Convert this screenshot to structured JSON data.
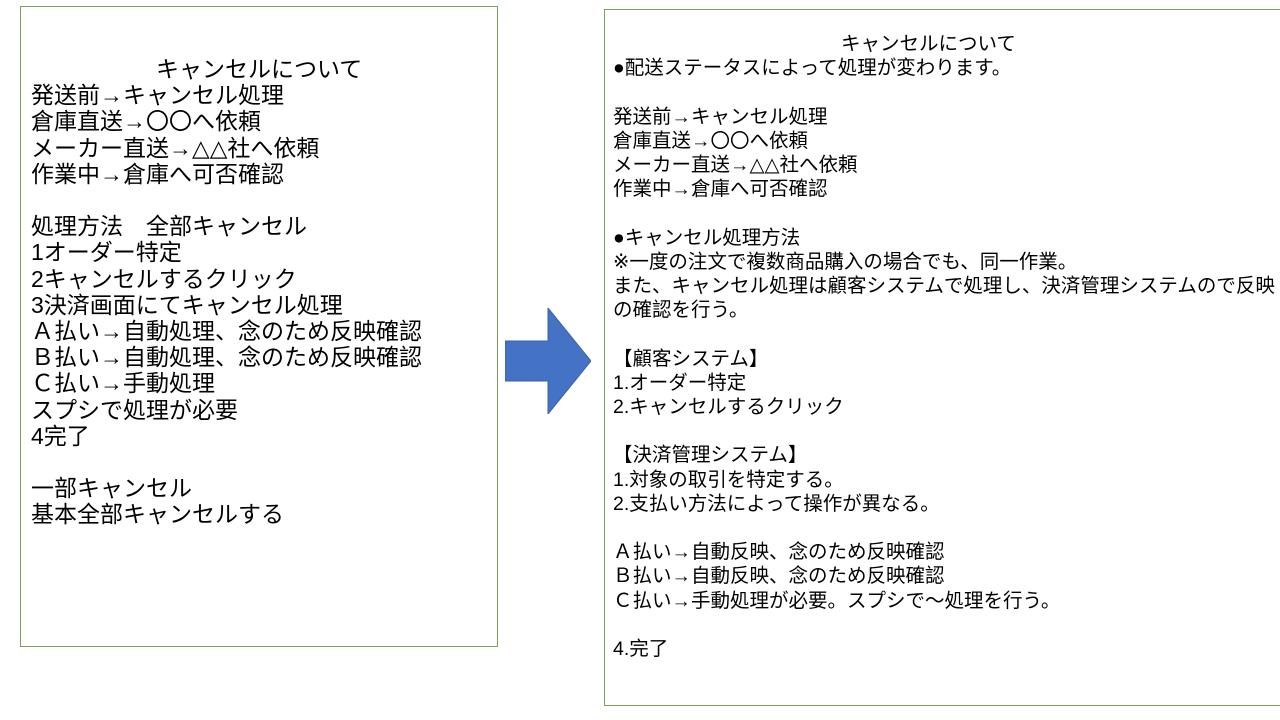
{
  "slide": {
    "background_color": "#FFFFFF",
    "border_color": "#7BA05B",
    "arrow_color": "#4472C4"
  },
  "before_panel": {
    "name": "before-text-box",
    "title": "キャンセルについて",
    "lines": [
      "発送前→キャンセル処理",
      "倉庫直送→〇〇へ依頼",
      "メーカー直送→△△社へ依頼",
      "作業中→倉庫へ可否確認",
      "",
      "処理方法　全部キャンセル",
      "1オーダー特定",
      "2キャンセルするクリック",
      "3決済画面にてキャンセル処理",
      "Ａ払い→自動処理、念のため反映確認",
      "Ｂ払い→自動処理、念のため反映確認",
      "Ｃ払い→手動処理",
      "スプシで処理が必要",
      "4完了",
      "",
      "一部キャンセル",
      "基本全部キャンセルする"
    ]
  },
  "arrow": {
    "name": "right-arrow-icon",
    "direction": "right",
    "color": "#4472C4"
  },
  "after_panel": {
    "name": "after-text-box",
    "title": "キャンセルについて",
    "lines": [
      "●配送ステータスによって処理が変わります。",
      "",
      "発送前→キャンセル処理",
      "倉庫直送→〇〇へ依頼",
      "メーカー直送→△△社へ依頼",
      "作業中→倉庫へ可否確認",
      "",
      "●キャンセル処理方法",
      "※一度の注文で複数商品購入の場合でも、同一作業。",
      "また、キャンセル処理は顧客システムで処理し、決済管理システムので反映の確認を行う。",
      "",
      "【顧客システム】",
      "1.オーダー特定",
      "2.キャンセルするクリック",
      "",
      "【決済管理システム】",
      "1.対象の取引を特定する。",
      "2.支払い方法によって操作が異なる。",
      "",
      "Ａ払い→自動反映、念のため反映確認",
      "Ｂ払い→自動反映、念のため反映確認",
      "Ｃ払い→手動処理が必要。スプシで〜処理を行う。",
      "",
      "4.完了"
    ]
  }
}
